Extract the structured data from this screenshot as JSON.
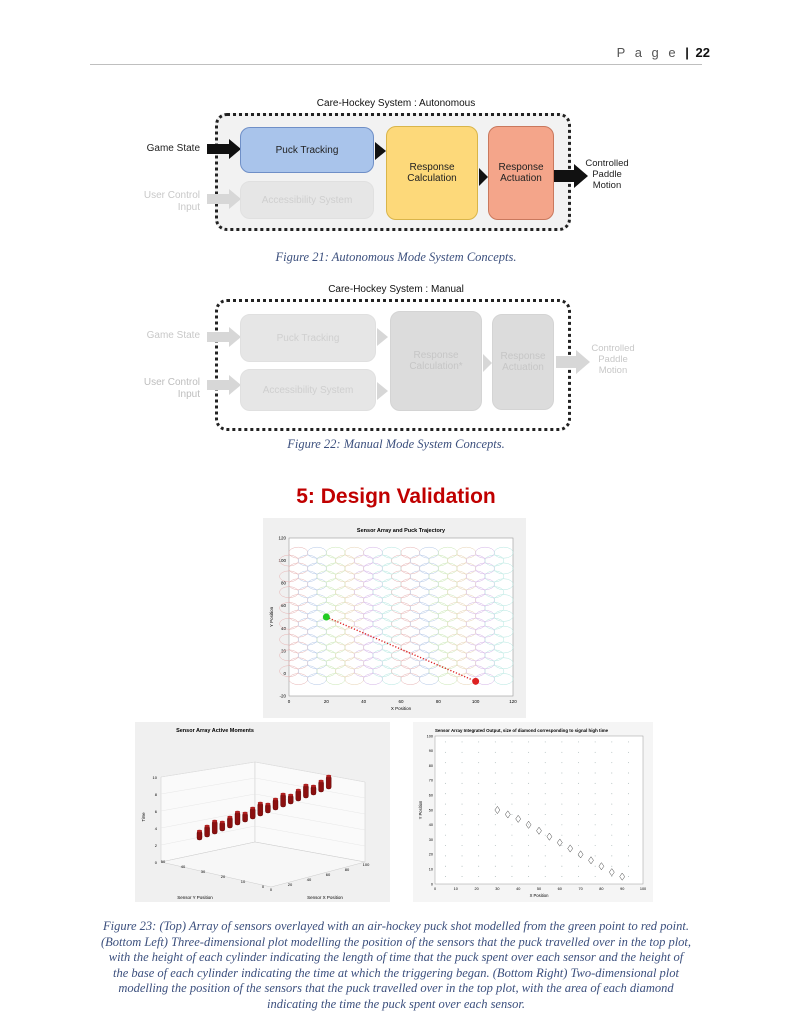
{
  "header": {
    "page_label": "P a g e",
    "page_sep": "|",
    "page_number": "22"
  },
  "figure21": {
    "title": "Care-Hockey System : Autonomous",
    "inputs": [
      "Game State",
      "User Control Input"
    ],
    "blocks": {
      "puck_tracking": "Puck Tracking",
      "accessibility": "Accessibility System",
      "response_calc": "Response Calculation",
      "response_act": "Response Actuation"
    },
    "output": "Controlled Paddle Motion",
    "caption": "Figure 21: Autonomous Mode System Concepts.",
    "colors": {
      "puck": "#a9c4eb",
      "calc": "#fdd97a",
      "act": "#f4a58a",
      "dim": "#e6e6e6"
    }
  },
  "figure22": {
    "title": "Care-Hockey System : Manual",
    "inputs": [
      "Game State",
      "User Control Input"
    ],
    "blocks": {
      "puck_tracking": "Puck Tracking",
      "accessibility": "Accessibility System",
      "response_calc": "Response Calculation*",
      "response_act": "Response Actuation"
    },
    "output": "Controlled Paddle Motion",
    "caption": "Figure 22: Manual Mode System Concepts."
  },
  "section": {
    "title": "5: Design Validation"
  },
  "chart_data": [
    {
      "type": "scatter",
      "title": "Sensor Array and Puck Trajectory",
      "xlabel": "X Position",
      "ylabel": "Y Position",
      "xlim": [
        0,
        120
      ],
      "ylim": [
        -20,
        120
      ],
      "xticks": [
        "0",
        "20",
        "40",
        "60",
        "80",
        "100",
        "120"
      ],
      "yticks": [
        "-20",
        "0",
        "20",
        "40",
        "60",
        "80",
        "100",
        "120"
      ],
      "start_point": {
        "x": 20,
        "y": 50,
        "color": "#22cc22"
      },
      "end_point": {
        "x": 100,
        "y": -7,
        "color": "#dd2222"
      },
      "trajectory": {
        "from": [
          20,
          50
        ],
        "to": [
          100,
          -7
        ],
        "style": "dotted",
        "color": "#dd2222"
      }
    },
    {
      "type": "bar3d",
      "title": "Sensor Array Active Moments",
      "xlabel": "Sensor X Position",
      "ylabel": "Sensor Y Position",
      "zlabel": "Time",
      "zticks": [
        "0",
        "2",
        "4",
        "6",
        "8",
        "10"
      ],
      "xticks": [
        "0",
        "20",
        "40",
        "60",
        "80",
        "100"
      ],
      "yticks": [
        "0",
        "10",
        "20",
        "30",
        "40",
        "50"
      ],
      "bar_count": 18,
      "bar_color": "#8b1010"
    },
    {
      "type": "scatter",
      "title": "Sensor Array Integrated Output, size of diamond corresponding to signal high time",
      "xlabel": "X Position",
      "ylabel": "Y Position",
      "xlim": [
        0,
        100
      ],
      "ylim": [
        0,
        100
      ],
      "xticks": [
        "0",
        "10",
        "20",
        "30",
        "40",
        "50",
        "60",
        "70",
        "80",
        "90",
        "100"
      ],
      "yticks": [
        "0",
        "10",
        "20",
        "30",
        "40",
        "50",
        "60",
        "70",
        "80",
        "90",
        "100"
      ],
      "diamonds": [
        {
          "x": 30,
          "y": 50
        },
        {
          "x": 35,
          "y": 47
        },
        {
          "x": 40,
          "y": 44
        },
        {
          "x": 45,
          "y": 40
        },
        {
          "x": 50,
          "y": 36
        },
        {
          "x": 55,
          "y": 32
        },
        {
          "x": 60,
          "y": 28
        },
        {
          "x": 65,
          "y": 24
        },
        {
          "x": 70,
          "y": 20
        },
        {
          "x": 75,
          "y": 16
        },
        {
          "x": 80,
          "y": 12
        },
        {
          "x": 85,
          "y": 8
        },
        {
          "x": 90,
          "y": 5
        }
      ]
    }
  ],
  "figure23_caption": "Figure 23: (Top) Array of sensors overlayed with an air-hockey puck shot modelled from the green point to red point. (Bottom Left) Three-dimensional plot modelling the position of the sensors that the puck travelled over in the top plot, with the height of each cylinder indicating the length of time that the puck spent over each sensor and the height of the base of each cylinder indicating the time at which the triggering began. (Bottom Right) Two-dimensional plot modelling the position of the sensors that the puck travelled over in the top plot, with the area of each diamond indicating the time the puck spent over each sensor."
}
